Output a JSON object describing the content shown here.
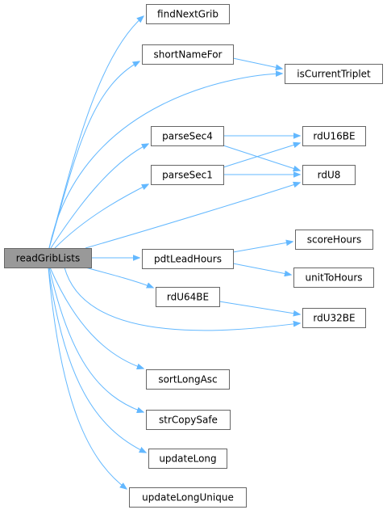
{
  "diagram": {
    "root": "n_readGribLists",
    "colors": {
      "edge": "#63b8ff",
      "root_fill": "#999999",
      "node_fill": "#ffffff",
      "node_border": "#666666"
    },
    "nodes": [
      {
        "id": "n_readGribLists",
        "label": "readGribLists"
      },
      {
        "id": "n_findNextGrib",
        "label": "findNextGrib"
      },
      {
        "id": "n_shortNameFor",
        "label": "shortNameFor"
      },
      {
        "id": "n_isCurrentTriplet",
        "label": "isCurrentTriplet"
      },
      {
        "id": "n_parseSec4",
        "label": "parseSec4"
      },
      {
        "id": "n_rdU16BE",
        "label": "rdU16BE"
      },
      {
        "id": "n_parseSec1",
        "label": "parseSec1"
      },
      {
        "id": "n_rdU8",
        "label": "rdU8"
      },
      {
        "id": "n_scoreHours",
        "label": "scoreHours"
      },
      {
        "id": "n_pdtLeadHours",
        "label": "pdtLeadHours"
      },
      {
        "id": "n_unitToHours",
        "label": "unitToHours"
      },
      {
        "id": "n_rdU64BE",
        "label": "rdU64BE"
      },
      {
        "id": "n_rdU32BE",
        "label": "rdU32BE"
      },
      {
        "id": "n_sortLongAsc",
        "label": "sortLongAsc"
      },
      {
        "id": "n_strCopySafe",
        "label": "strCopySafe"
      },
      {
        "id": "n_updateLong",
        "label": "updateLong"
      },
      {
        "id": "n_updateLongUnique",
        "label": "updateLongUnique"
      }
    ],
    "edges": [
      {
        "from": "n_readGribLists",
        "to": "n_findNextGrib"
      },
      {
        "from": "n_readGribLists",
        "to": "n_shortNameFor"
      },
      {
        "from": "n_readGribLists",
        "to": "n_isCurrentTriplet"
      },
      {
        "from": "n_readGribLists",
        "to": "n_parseSec4"
      },
      {
        "from": "n_readGribLists",
        "to": "n_parseSec1"
      },
      {
        "from": "n_readGribLists",
        "to": "n_rdU8"
      },
      {
        "from": "n_readGribLists",
        "to": "n_pdtLeadHours"
      },
      {
        "from": "n_readGribLists",
        "to": "n_rdU64BE"
      },
      {
        "from": "n_readGribLists",
        "to": "n_rdU32BE"
      },
      {
        "from": "n_readGribLists",
        "to": "n_sortLongAsc"
      },
      {
        "from": "n_readGribLists",
        "to": "n_strCopySafe"
      },
      {
        "from": "n_readGribLists",
        "to": "n_updateLong"
      },
      {
        "from": "n_readGribLists",
        "to": "n_updateLongUnique"
      },
      {
        "from": "n_shortNameFor",
        "to": "n_isCurrentTriplet"
      },
      {
        "from": "n_parseSec4",
        "to": "n_rdU16BE"
      },
      {
        "from": "n_parseSec4",
        "to": "n_rdU8"
      },
      {
        "from": "n_parseSec1",
        "to": "n_rdU16BE"
      },
      {
        "from": "n_parseSec1",
        "to": "n_rdU8"
      },
      {
        "from": "n_pdtLeadHours",
        "to": "n_scoreHours"
      },
      {
        "from": "n_pdtLeadHours",
        "to": "n_unitToHours"
      },
      {
        "from": "n_rdU64BE",
        "to": "n_rdU32BE"
      }
    ]
  }
}
